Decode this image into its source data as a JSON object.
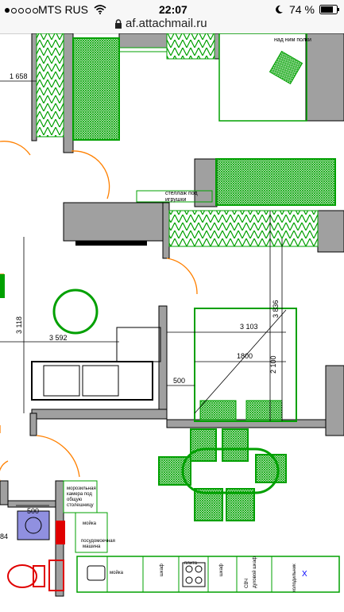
{
  "statusbar": {
    "carrier": "MTS RUS",
    "time": "22:07",
    "battery": "74 %",
    "icons": [
      "signal-dots-icon",
      "wifi-icon",
      "moon-icon",
      "battery-icon"
    ]
  },
  "browser": {
    "url": "af.attachmail.ru",
    "icons": [
      "lock-icon"
    ]
  },
  "plan": {
    "labels": {
      "shelves_top": "над ним полки",
      "shelf_toys_1": "стеллаж под",
      "shelf_toys_2": "игрушки",
      "freezer_1": "морозильная",
      "freezer_2": "камера под",
      "freezer_3": "общую",
      "freezer_4": "столешницу",
      "sink": "мойка",
      "sink2": "мойка",
      "dishwasher_1": "посудомоечная",
      "dishwasher_2": "машина",
      "cabinet1": "шкаф",
      "cabinet2": "шкаф",
      "stove": "плита",
      "oven": "духовой шкаф",
      "microwave": "СВЧ",
      "fridge": "холодильник",
      "fridge_mark": "X"
    },
    "dimensions": {
      "d1658": "1 658",
      "d3118": "3 118",
      "d3592": "3 592",
      "d3103": "3 103",
      "d3836": "3 836",
      "d1800": "1800",
      "d2100": "2 100",
      "d500a": "500",
      "d500b": "500",
      "d84": "84"
    },
    "colors": {
      "wall": "#a0a0a0",
      "furniture": "#00a000",
      "door": "#ff8000",
      "line": "#000000",
      "washer": "#9090e0",
      "boiler": "#e00000"
    }
  }
}
